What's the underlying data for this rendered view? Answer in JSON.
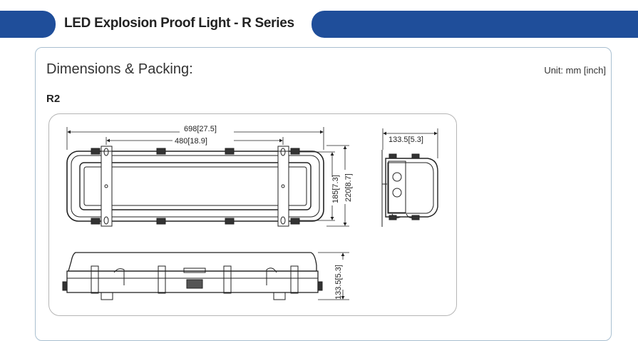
{
  "header": {
    "title": "LED Explosion Proof Light - R Series"
  },
  "section": {
    "title": "Dimensions & Packing:",
    "unit": "Unit: mm [inch]",
    "model": "R2"
  },
  "dimensions": {
    "overall_length": "698[27.5]",
    "mount_spacing": "480[18.9]",
    "mount_height": "185[7.3]",
    "overall_height": "220[8.7]",
    "width": "133.5[5.3]",
    "side_depth": "133.5[5.3]"
  }
}
